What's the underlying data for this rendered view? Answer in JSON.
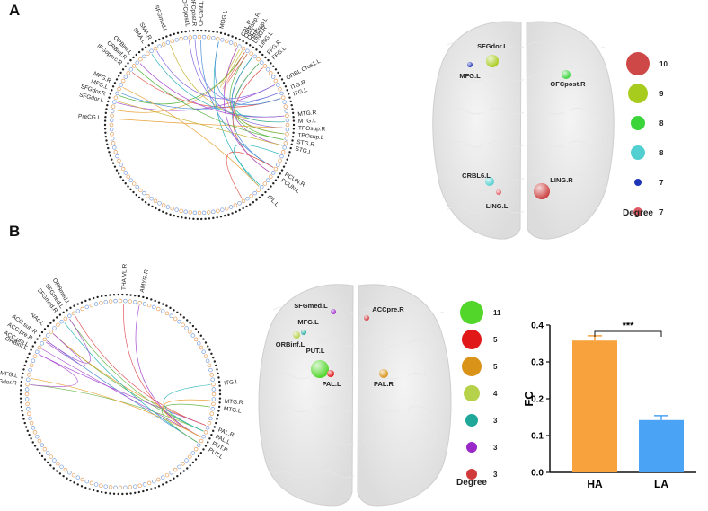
{
  "panels": {
    "a": "A",
    "b": "B"
  },
  "circos_a": {
    "labels": [
      {
        "text": "ORBsup.R",
        "angle": -62
      },
      {
        "text": "ORBsup.L",
        "angle": -58
      },
      {
        "text": "ORBL Crus1.L",
        "angle": -28
      },
      {
        "text": "ITG.R",
        "angle": -22
      },
      {
        "text": "ITG.L",
        "angle": -18
      },
      {
        "text": "MTG.R",
        "angle": -6
      },
      {
        "text": "MTG.L",
        "angle": -2
      },
      {
        "text": "TPOsup.R",
        "angle": 2
      },
      {
        "text": "TPOsup.L",
        "angle": 6
      },
      {
        "text": "STG.R",
        "angle": 10
      },
      {
        "text": "STG.L",
        "angle": 14
      },
      {
        "text": "PCUN.R",
        "angle": 30
      },
      {
        "text": "PCUN.L",
        "angle": 34
      },
      {
        "text": "IPL.L",
        "angle": 46
      },
      {
        "text": "PreCG.L",
        "angle": 184
      },
      {
        "text": "SFGdor.L",
        "angle": 194
      },
      {
        "text": "SFGdor.R",
        "angle": 198
      },
      {
        "text": "MFG.L",
        "angle": 202
      },
      {
        "text": "MFG.R",
        "angle": 206
      },
      {
        "text": "IFGoperc.R",
        "angle": 218
      },
      {
        "text": "ORBinf.R",
        "angle": 222
      },
      {
        "text": "ORBinf.L",
        "angle": 226
      },
      {
        "text": "SMA.L",
        "angle": 236
      },
      {
        "text": "SMA.R",
        "angle": 240
      },
      {
        "text": "SFGmed.L",
        "angle": 250
      },
      {
        "text": "OFCpost.L",
        "angle": 263
      },
      {
        "text": "OFCpost.R",
        "angle": 267
      },
      {
        "text": "OFCant.L",
        "angle": 271
      },
      {
        "text": "MOG.L",
        "angle": 283
      },
      {
        "text": "CAL.R",
        "angle": 296
      },
      {
        "text": "OC.L",
        "angle": 300
      },
      {
        "text": "LING.R",
        "angle": 304
      },
      {
        "text": "LING.L",
        "angle": 308
      },
      {
        "text": "FFG.R",
        "angle": 314
      },
      {
        "text": "FFG.L",
        "angle": 318
      }
    ]
  },
  "brain_a": {
    "nodes": [
      {
        "label": "SFGdor.L",
        "color": "#a8cc1e"
      },
      {
        "label": "MFG.L",
        "color": "#1f35b8"
      },
      {
        "label": "OFCpost.R",
        "color": "#3bd43b"
      },
      {
        "label": "CRBL6.L",
        "color": "#52cfd0"
      },
      {
        "label": "LING.L",
        "color": "#e05a63"
      },
      {
        "label": "LING.R",
        "color": "#cc3f3f"
      }
    ],
    "legend": [
      {
        "value": "10",
        "color": "#cf4848"
      },
      {
        "value": "9",
        "color": "#a8cc1e"
      },
      {
        "value": "8",
        "color": "#3bd43b"
      },
      {
        "value": "8",
        "color": "#52cfd0"
      },
      {
        "value": "7",
        "color": "#1f35b8"
      },
      {
        "value": "7",
        "color": "#e05a63"
      }
    ],
    "legend_title": "Degree"
  },
  "circos_b": {
    "labels": [
      {
        "text": "THA.VL.R",
        "angle": -88
      },
      {
        "text": "ACC.pre.L",
        "angle": -152
      },
      {
        "text": "ACC.pre.R",
        "angle": -148
      },
      {
        "text": "ACC.sub.R",
        "angle": -144
      },
      {
        "text": "NAc.L",
        "angle": -138
      },
      {
        "text": "ITG.L",
        "angle": -6
      },
      {
        "text": "MTG.R",
        "angle": 4
      },
      {
        "text": "MTG.L",
        "angle": 8
      },
      {
        "text": "PAL.R",
        "angle": 20
      },
      {
        "text": "PAL.L",
        "angle": 24
      },
      {
        "text": "PUT.R",
        "angle": 28
      },
      {
        "text": "PUT.L",
        "angle": 32
      },
      {
        "text": "SFGdor.R",
        "angle": 186
      },
      {
        "text": "MFG.L",
        "angle": 190
      },
      {
        "text": "ORBinf.L",
        "angle": 206
      },
      {
        "text": "SFGmed.R",
        "angle": 232
      },
      {
        "text": "SFGmed.L",
        "angle": 236
      },
      {
        "text": "ORBmed.L",
        "angle": 240
      },
      {
        "text": "AMYG.R",
        "angle": 282
      }
    ]
  },
  "brain_b": {
    "nodes": [
      {
        "label": "SFGmed.L",
        "color": "#9a28c8"
      },
      {
        "label": "ACCpre.R",
        "color": "#d03a3a"
      },
      {
        "label": "MFG.L",
        "color": "#1fa89a"
      },
      {
        "label": "ORBinf.L",
        "color": "#b5d24a"
      },
      {
        "label": "PUT.L",
        "color": "#52d62a"
      },
      {
        "label": "PAL.L",
        "color": "#e01818"
      },
      {
        "label": "PAL.R",
        "color": "#d89318"
      }
    ],
    "legend": [
      {
        "value": "11",
        "color": "#52d62a"
      },
      {
        "value": "5",
        "color": "#e01818"
      },
      {
        "value": "5",
        "color": "#d89318"
      },
      {
        "value": "4",
        "color": "#b5d24a"
      },
      {
        "value": "3",
        "color": "#1fa89a"
      },
      {
        "value": "3",
        "color": "#9a28c8"
      },
      {
        "value": "3",
        "color": "#d03a3a"
      }
    ],
    "legend_title": "Degree"
  },
  "chart_data": {
    "type": "bar",
    "categories": [
      "HA",
      "LA"
    ],
    "values": [
      0.358,
      0.142
    ],
    "errors": [
      0.013,
      0.012
    ],
    "colors": [
      "#f7a23c",
      "#4aa3f4"
    ],
    "ylabel": "FC",
    "xlabel": "",
    "title": "",
    "ylim": [
      0.0,
      0.4
    ],
    "yticks": [
      "0.0",
      "0.1",
      "0.2",
      "0.3",
      "0.4"
    ],
    "significance": "***"
  }
}
